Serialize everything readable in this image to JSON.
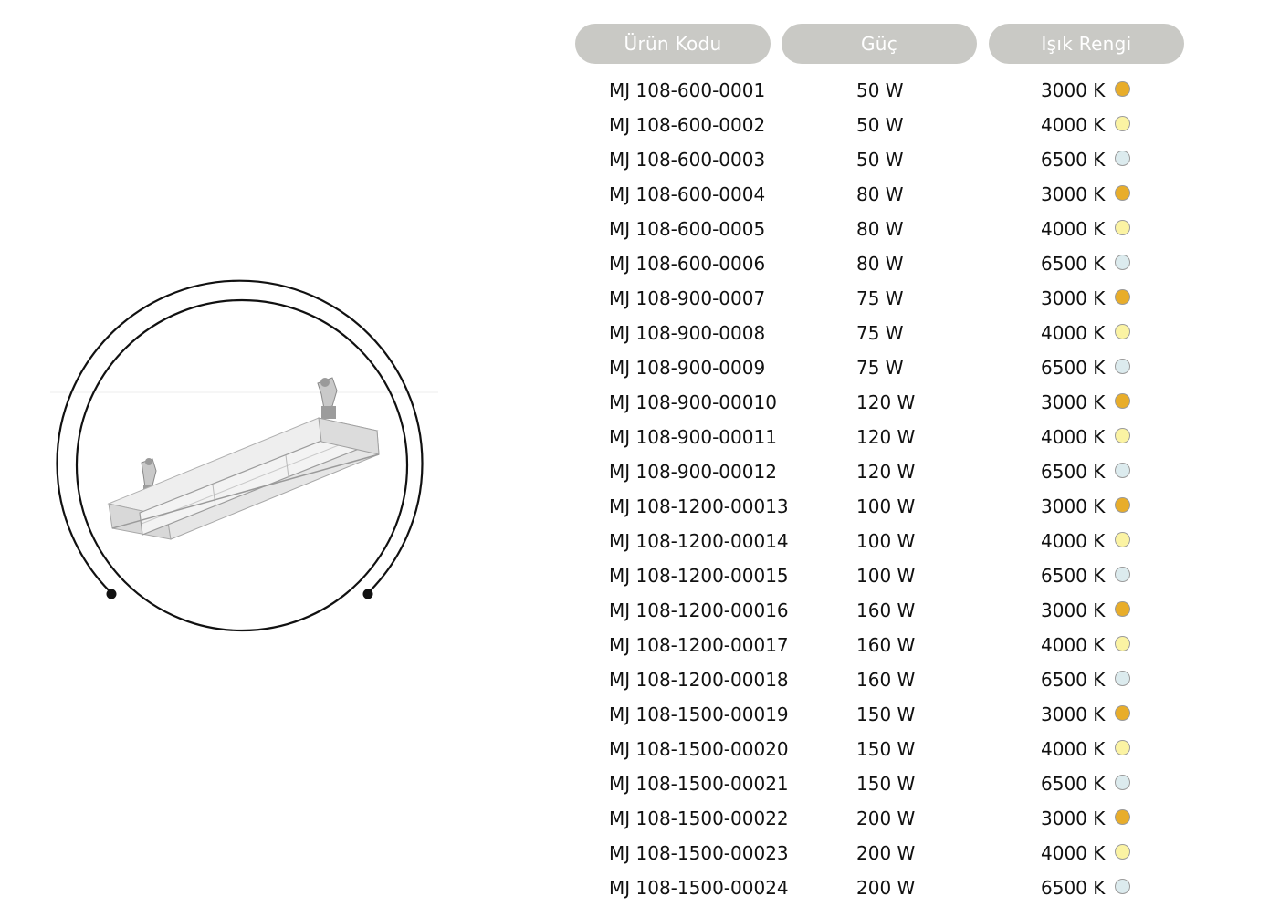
{
  "header": {
    "code_label": "Ürün Kodu",
    "power_label": "Güç",
    "light_label": "Işık Rengi"
  },
  "colors": {
    "3000 K": "#e8ad2a",
    "4000 K": "#fbf3a3",
    "6500 K": "#dcebee"
  },
  "rows": [
    {
      "code": "MJ 108-600-0001",
      "power": "50 W",
      "temp": "3000 K"
    },
    {
      "code": "MJ 108-600-0002",
      "power": "50 W",
      "temp": "4000 K"
    },
    {
      "code": "MJ 108-600-0003",
      "power": "50 W",
      "temp": "6500 K"
    },
    {
      "code": "MJ 108-600-0004",
      "power": "80 W",
      "temp": "3000 K"
    },
    {
      "code": "MJ 108-600-0005",
      "power": "80 W",
      "temp": "4000 K"
    },
    {
      "code": "MJ 108-600-0006",
      "power": "80 W",
      "temp": "6500 K"
    },
    {
      "code": "MJ 108-900-0007",
      "power": "75 W",
      "temp": "3000 K"
    },
    {
      "code": "MJ 108-900-0008",
      "power": "75 W",
      "temp": "4000 K"
    },
    {
      "code": "MJ 108-900-0009",
      "power": "75 W",
      "temp": "6500 K"
    },
    {
      "code": "MJ 108-900-00010",
      "power": "120 W",
      "temp": "3000 K"
    },
    {
      "code": "MJ 108-900-00011",
      "power": "120 W",
      "temp": "4000 K"
    },
    {
      "code": "MJ 108-900-00012",
      "power": "120 W",
      "temp": "6500 K"
    },
    {
      "code": "MJ 108-1200-00013",
      "power": "100 W",
      "temp": "3000 K"
    },
    {
      "code": "MJ 108-1200-00014",
      "power": "100 W",
      "temp": "4000 K"
    },
    {
      "code": "MJ 108-1200-00015",
      "power": "100 W",
      "temp": "6500 K"
    },
    {
      "code": "MJ 108-1200-00016",
      "power": "160 W",
      "temp": "3000 K"
    },
    {
      "code": "MJ 108-1200-00017",
      "power": "160 W",
      "temp": "4000 K"
    },
    {
      "code": "MJ 108-1200-00018",
      "power": "160 W",
      "temp": "6500 K"
    },
    {
      "code": "MJ 108-1500-00019",
      "power": "150 W",
      "temp": "3000 K"
    },
    {
      "code": "MJ 108-1500-00020",
      "power": "150 W",
      "temp": "4000 K"
    },
    {
      "code": "MJ 108-1500-00021",
      "power": "150 W",
      "temp": "6500 K"
    },
    {
      "code": "MJ 108-1500-00022",
      "power": "200 W",
      "temp": "3000 K"
    },
    {
      "code": "MJ 108-1500-00023",
      "power": "200 W",
      "temp": "4000 K"
    },
    {
      "code": "MJ 108-1500-00024",
      "power": "200 W",
      "temp": "6500 K"
    }
  ]
}
